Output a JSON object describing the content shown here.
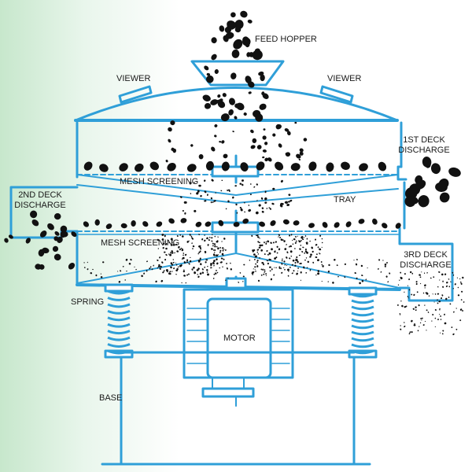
{
  "diagram": {
    "labels": {
      "feed_hopper": "FEED HOPPER",
      "viewer_left": "VIEWER",
      "viewer_right": "VIEWER",
      "first_deck_line1": "1ST DECK",
      "first_deck_line2": "DISCHARGE",
      "second_deck_line1": "2ND DECK",
      "second_deck_line2": "DISCHARGE",
      "mesh_screening_upper": "MESH SCREENING",
      "tray": "TRAY",
      "mesh_screening_lower": "MESH SCREENING",
      "third_deck_line1": "3RD DECK",
      "third_deck_line2": "DISCHARGE",
      "spring": "SPRING",
      "motor": "MOTOR",
      "base": "BASE"
    },
    "colors": {
      "frame": "#2f9fd8",
      "particles": "#111111",
      "text": "#1a1a1a",
      "background_left": "#c7e7cc"
    }
  }
}
